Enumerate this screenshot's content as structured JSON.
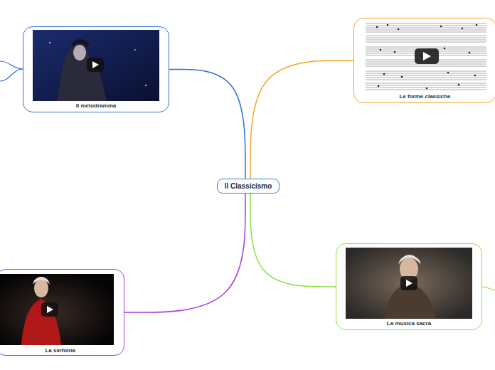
{
  "diagram": {
    "nodes": [
      {
        "text": [
          "Il Classicismo"
        ]
      },
      {
        "text": [
          "Il melodramma"
        ]
      },
      {
        "text": [
          "Le forme classiche"
        ]
      },
      {
        "text": [
          "La sinfonia"
        ]
      },
      {
        "text": [
          "La musica sacra"
        ]
      }
    ],
    "edges": [
      {
        "from": 0,
        "to": 1,
        "arrow": "none"
      },
      {
        "from": 0,
        "to": 2,
        "arrow": "none"
      },
      {
        "from": 0,
        "to": 3,
        "arrow": "none"
      },
      {
        "from": 0,
        "to": 4,
        "arrow": "none"
      }
    ]
  }
}
